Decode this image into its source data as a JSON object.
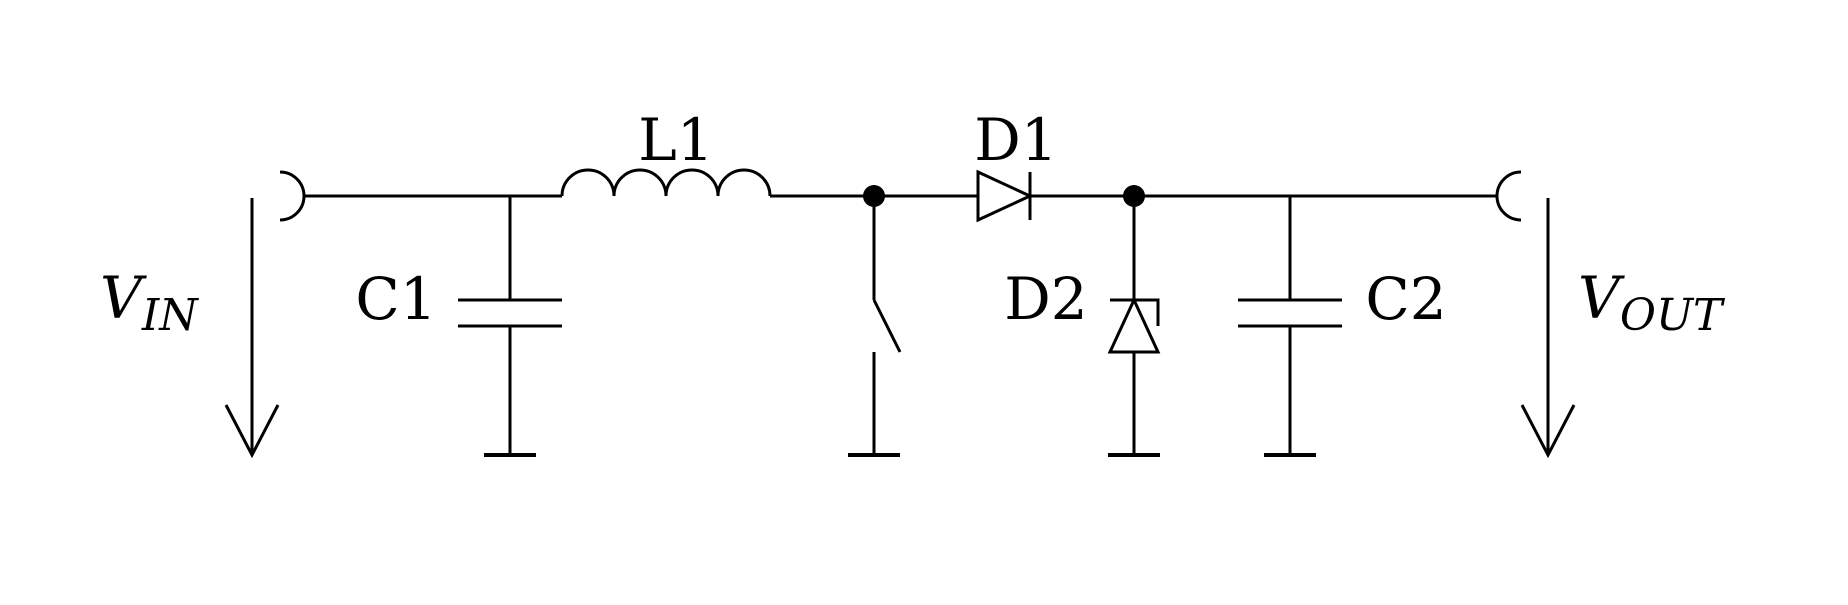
{
  "labels": {
    "l1": "L1",
    "c1": "C1",
    "d1": "D1",
    "d2": "D2",
    "c2": "C2",
    "vin_main": "V",
    "vin_sub": "IN",
    "vout_main": "V",
    "vout_sub": "OUT"
  }
}
